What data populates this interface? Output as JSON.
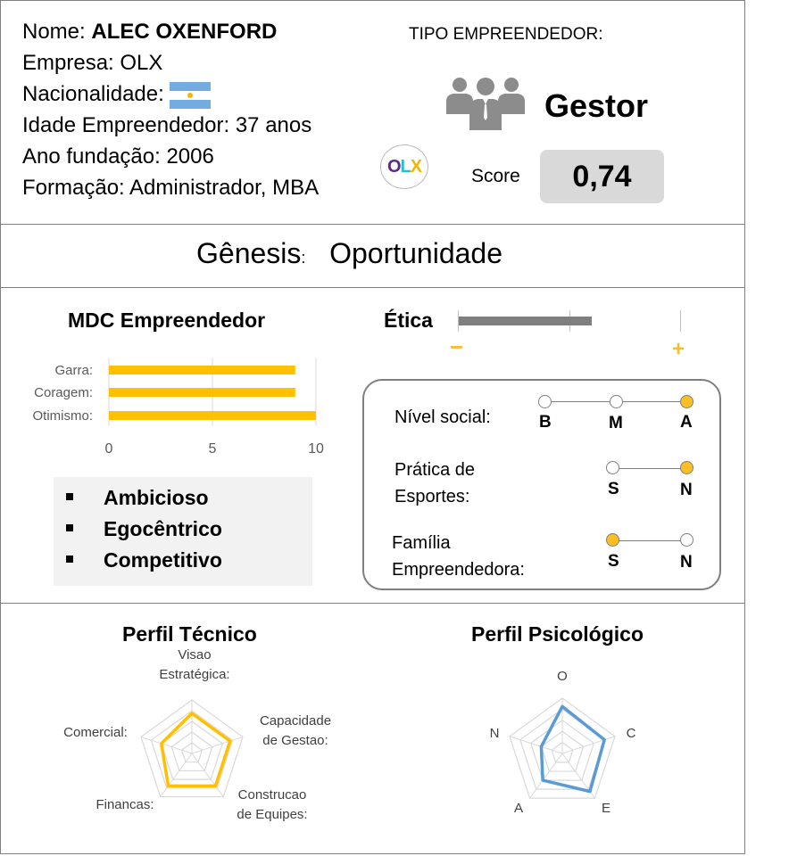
{
  "profile": {
    "name_label": "Nome:",
    "name_value": "ALEC OXENFORD",
    "company": "Empresa: OLX",
    "nationality_label": "Nacionalidade:",
    "age": "Idade Empreendedor: 37 anos",
    "founded": "Ano fundação: 2006",
    "education": "Formação: Administrador, MBA",
    "logo_text": {
      "o": "O",
      "l": "L",
      "x": "X"
    }
  },
  "type": {
    "heading": "TIPO EMPREENDEDOR:",
    "value": "Gestor",
    "score_label": "Score",
    "score_value": "0,74"
  },
  "genesis": {
    "label": "Gênesis",
    "colon": ":",
    "value": "Oportunidade"
  },
  "mdc": {
    "title": "MDC Empreendedor",
    "traits": [
      "Ambicioso",
      "Egocêntrico",
      "Competitivo"
    ]
  },
  "etica": {
    "title": "Ética",
    "minus": "−",
    "plus": "+",
    "level": 0.6
  },
  "social_panel": {
    "rows": [
      {
        "label": "Nível social:",
        "options": [
          "B",
          "M",
          "A"
        ],
        "selected": "A"
      },
      {
        "label_line1": "Prática de",
        "label_line2": "Esportes:",
        "options": [
          "S",
          "N"
        ],
        "selected": "N"
      },
      {
        "label_line1": "Família",
        "label_line2": "Empreendedora:",
        "options": [
          "S",
          "N"
        ],
        "selected": "S"
      }
    ]
  },
  "colors": {
    "accent": "#FFC000",
    "gray_bar": "#7F7F7F",
    "blue": "#5B9BD5"
  },
  "chart_data": [
    {
      "type": "bar",
      "orientation": "horizontal",
      "categories": [
        "Garra:",
        "Coragem:",
        "Otimismo:"
      ],
      "values": [
        9,
        9,
        10
      ],
      "xlim": [
        0,
        10
      ],
      "xticks": [
        "0",
        "5",
        "10"
      ],
      "grid": true
    },
    {
      "type": "radar",
      "title": "Perfil Técnico",
      "axes": [
        "Visao Estratégica:",
        "Capacidade de Gestao:",
        "Construcao de Equipes:",
        "Financas:",
        "Comercial:"
      ],
      "values": [
        0.75,
        0.75,
        0.75,
        0.75,
        0.6
      ],
      "max": 1,
      "color": "#FFC000"
    },
    {
      "type": "radar",
      "title": "Perfil Psicológico",
      "axes": [
        "O",
        "C",
        "E",
        "A",
        "N"
      ],
      "values": [
        0.85,
        0.8,
        0.85,
        0.6,
        0.4
      ],
      "max": 1,
      "color": "#5B9BD5"
    }
  ]
}
